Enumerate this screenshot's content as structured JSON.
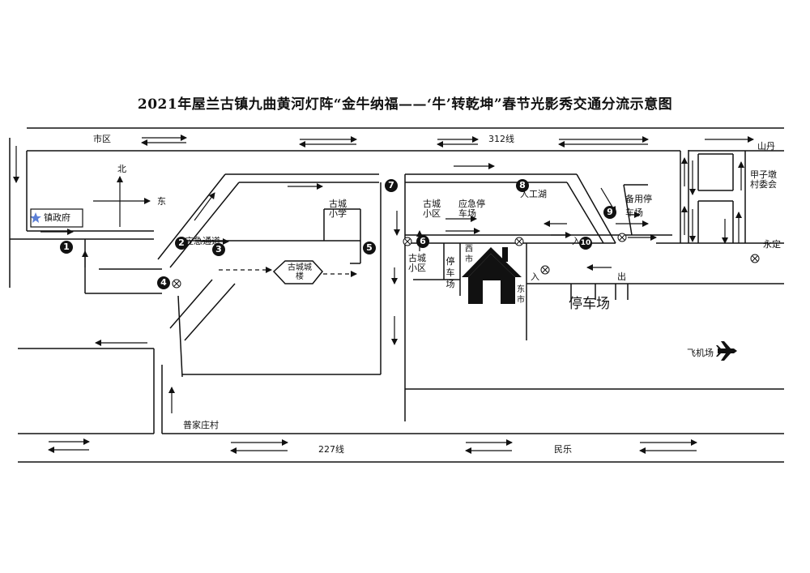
{
  "title": "2021年屋兰古镇九曲黄河灯阵“金牛纳福——‘牛’转乾坤”春节光影秀交通分流示意图",
  "compass": {
    "north": "北",
    "east": "东"
  },
  "labels": {
    "shiqu": "市区",
    "road312": "312线",
    "shandan": "山丹",
    "jiazidun": "甲子墩村委会",
    "yongding": "永定",
    "zhenzhengfu": "镇政府",
    "yingji_tongdao": "应急通道",
    "gucheng_chenglou": "古城城楼",
    "gucheng_xiaoxue": "古城小学",
    "gucheng_xiaoqu_a": "古城小区",
    "yingji_parking": "应急停车场",
    "rengonghu": "人工湖",
    "beiyong_parking": "备用停车场",
    "gucheng_xiaoqu_b": "古城小区",
    "tingchechang_v": "停车场",
    "ximen": "西市",
    "dongmen": "东市",
    "entry1": "入",
    "entry2": "入",
    "exit": "出",
    "tingchechang": "停车场",
    "feijichang": "飞机场",
    "pujiazhuang": "普家庄村",
    "road227": "227线",
    "minle": "民乐"
  },
  "markers": [
    "1",
    "2",
    "3",
    "4",
    "5",
    "6",
    "7",
    "8",
    "9",
    "10"
  ]
}
